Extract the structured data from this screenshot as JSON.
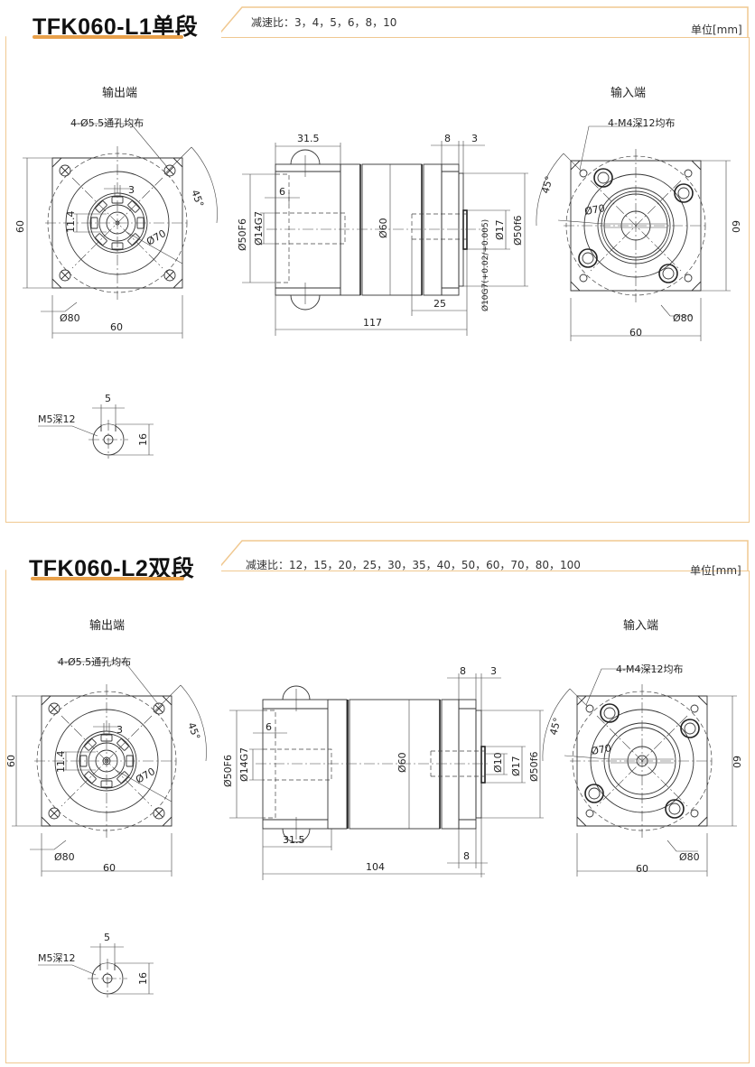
{
  "sections": [
    {
      "title": "TFK060-L1单段",
      "ratio_label": "减速比：3，4，5，6，8，10",
      "unit_label": "单位[mm]",
      "output_view": {
        "label": "输出端",
        "holes_note": "4-Ø5.5通孔均布",
        "dim_keyway": "3",
        "dim_shaft": "11.4",
        "dim_pcd": "Ø70",
        "dim_flange_dia": "Ø80",
        "dim_height": "60",
        "dim_width": "60",
        "dim_angle": "45°"
      },
      "side_view": {
        "dim_front_len": "31.5",
        "dim_flange": "8",
        "dim_spigot": "3",
        "dim_pilot_depth": "6",
        "dim_pilot_out": "Ø50F6",
        "dim_bore_out": "Ø14G7",
        "dim_body": "Ø60",
        "dim_hub": "Ø17",
        "dim_pilot_in": "Ø50f6",
        "dim_bore_in": "Ø10G7(+0.02/+0.005)",
        "dim_bore_depth": "25",
        "dim_total": "117"
      },
      "input_view": {
        "label": "输入端",
        "holes_note": "4-M4深12均布",
        "dim_pcd": "Ø70",
        "dim_flange_dia": "Ø80",
        "dim_height": "60",
        "dim_width": "60",
        "dim_angle": "45°"
      },
      "shaft_detail": {
        "thread_note": "M5深12",
        "dim_key": "5",
        "dim_height": "16"
      }
    },
    {
      "title": "TFK060-L2双段",
      "ratio_label": "减速比：12，15，20，25，30，35，40，50，60，70，80，100",
      "unit_label": "单位[mm]",
      "output_view": {
        "label": "输出端",
        "holes_note": "4-Ø5.5通孔均布",
        "dim_keyway": "3",
        "dim_shaft": "11.4",
        "dim_pcd": "Ø70",
        "dim_flange_dia": "Ø80",
        "dim_height": "60",
        "dim_width": "60",
        "dim_angle": "45°"
      },
      "side_view": {
        "dim_front_len": "31.5",
        "dim_flange": "8",
        "dim_spigot": "3",
        "dim_pilot_depth": "6",
        "dim_pilot_out": "Ø50F6",
        "dim_bore_out": "Ø14G7",
        "dim_body": "Ø60",
        "dim_bore_in": "Ø10",
        "dim_hub": "Ø17",
        "dim_pilot_in": "Ø50f6",
        "dim_flange_bottom": "8",
        "dim_total": "104"
      },
      "input_view": {
        "label": "输入端",
        "holes_note": "4-M4深12均布",
        "dim_pcd": "Ø70",
        "dim_flange_dia": "Ø80",
        "dim_height": "60",
        "dim_width": "60",
        "dim_angle": "45°"
      },
      "shaft_detail": {
        "thread_note": "M5深12",
        "dim_key": "5",
        "dim_height": "16"
      }
    }
  ],
  "colors": {
    "panel_border": "#f0c890",
    "accent_underline": "#e8a04a"
  }
}
